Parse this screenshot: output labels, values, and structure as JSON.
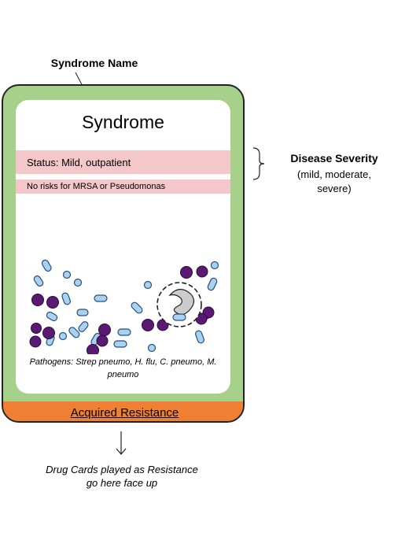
{
  "callouts": {
    "syndrome_name": "Syndrome Name",
    "disease_severity": "Disease Severity",
    "severity_levels": "(mild, moderate, severe)",
    "drug_cards": "Drug Cards played as Resistance go here face up"
  },
  "card": {
    "title": "Syndrome",
    "status": "Status: Mild, outpatient",
    "risks": "No risks for MRSA or Pseudomonas",
    "pathogens": "Pathogens: Strep pneumo, H. flu, C. pneumo, M. pneumo",
    "resistance_label": "Acquired Resistance"
  },
  "colors": {
    "card_border_green": "#a7d18a",
    "severity_band_pink": "#f4c8cb",
    "resistance_band_orange": "#ef7f33",
    "bacteria_blue": "#a9d2f0",
    "bacteria_purple": "#5a1a73"
  }
}
